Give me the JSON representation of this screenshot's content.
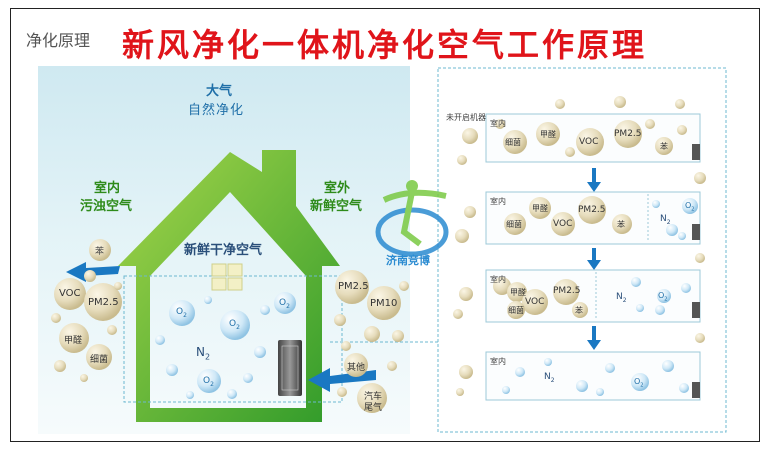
{
  "header": {
    "label": "净化原理",
    "title": "新风净化一体机净化空气工作原理"
  },
  "left": {
    "atmosphere": "大气",
    "natural": "自然净化",
    "indoor_line1": "室内",
    "indoor_line2": "污浊空气",
    "outdoor_line1": "室外",
    "outdoor_line2": "新鲜空气",
    "fresh": "新鲜干净空气",
    "n2": "N",
    "o2": "O",
    "sub2": "2",
    "pollutants_left": {
      "benzene": "苯",
      "voc": "VOC",
      "pm25": "PM2.5",
      "formaldehyde": "甲醛",
      "bacteria": "细菌"
    },
    "pollutants_right": {
      "pm25": "PM2.5",
      "pm10": "PM10",
      "other": "其他",
      "exhaust_line1": "汽车",
      "exhaust_line2": "尾气"
    }
  },
  "right": {
    "not_started": "未开启机器",
    "indoor": "室内",
    "bacteria": "细菌",
    "formaldehyde": "甲醛",
    "voc": "VOC",
    "pm25": "PM2.5",
    "benzene": "苯",
    "n2": "N",
    "o2": "O",
    "sub2": "2"
  },
  "watermark": "济南竞博",
  "colors": {
    "title_red": "#e0141a",
    "house_green": "#4caf2a",
    "arrow_blue": "#1a78c2",
    "text_green": "#2e8b1a",
    "text_blue": "#1f6fa8"
  }
}
